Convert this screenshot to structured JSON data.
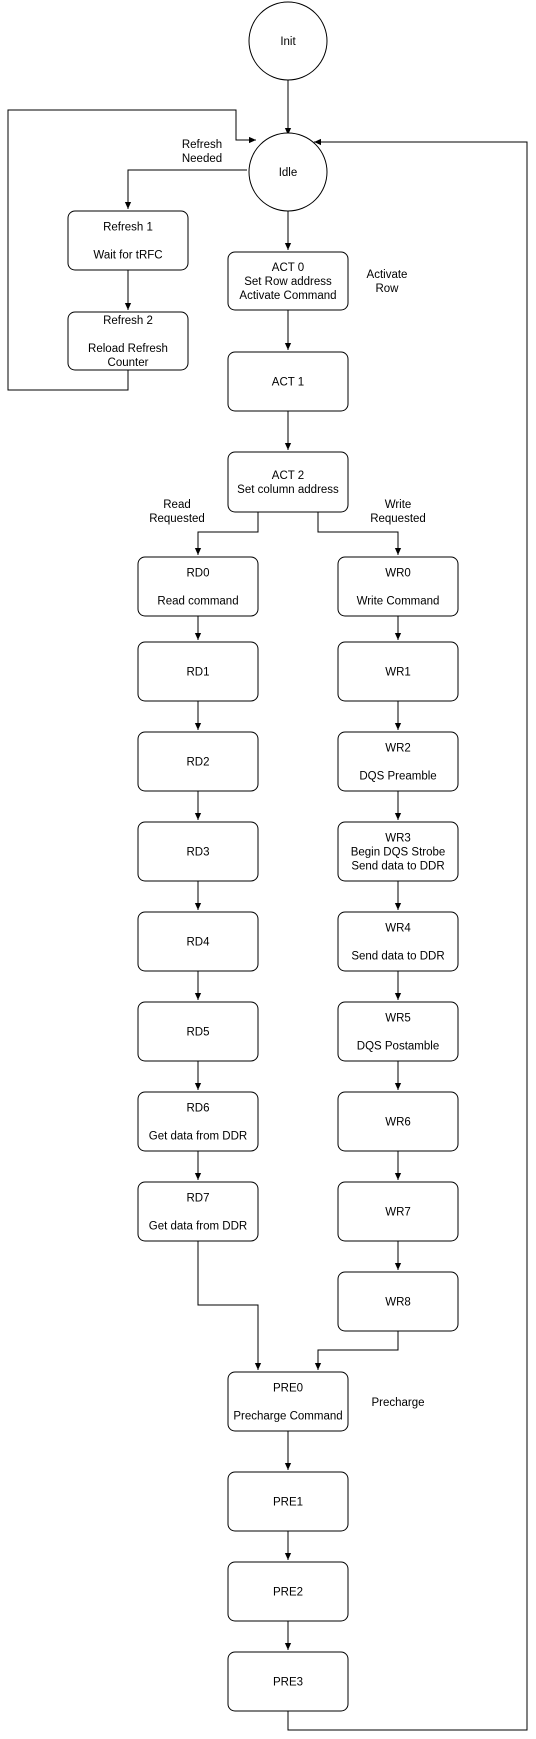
{
  "states": {
    "init": "Init",
    "idle": "Idle",
    "refresh1": [
      "Refresh 1",
      "",
      "Wait for tRFC"
    ],
    "refresh2": [
      "Refresh 2",
      "",
      "Reload Refresh",
      "Counter"
    ],
    "act0": [
      "ACT 0",
      "Set Row address",
      "Activate Command"
    ],
    "act1": "ACT 1",
    "act2": [
      "ACT 2",
      "Set column address"
    ],
    "rd0": [
      "RD0",
      "",
      "Read command"
    ],
    "rd1": "RD1",
    "rd2": "RD2",
    "rd3": "RD3",
    "rd4": "RD4",
    "rd5": "RD5",
    "rd6": [
      "RD6",
      "",
      "Get data from DDR"
    ],
    "rd7": [
      "RD7",
      "",
      "Get data from DDR"
    ],
    "wr0": [
      "WR0",
      "",
      "Write Command"
    ],
    "wr1": "WR1",
    "wr2": [
      "WR2",
      "",
      "DQS Preamble"
    ],
    "wr3": [
      "WR3",
      "Begin DQS Strobe",
      "Send data to DDR"
    ],
    "wr4": [
      "WR4",
      "",
      "Send data to DDR"
    ],
    "wr5": [
      "WR5",
      "",
      "DQS Postamble"
    ],
    "wr6": "WR6",
    "wr7": "WR7",
    "wr8": "WR8",
    "pre0": [
      "PRE0",
      "",
      "Precharge Command"
    ],
    "pre1": "PRE1",
    "pre2": "PRE2",
    "pre3": "PRE3"
  },
  "edge_labels": {
    "refresh_needed": [
      "Refresh",
      "Needed"
    ],
    "activate_row": [
      "Activate",
      "Row"
    ],
    "read_requested": [
      "Read",
      "Requested"
    ],
    "write_requested": [
      "Write",
      "Requested"
    ],
    "precharge": "Precharge"
  }
}
